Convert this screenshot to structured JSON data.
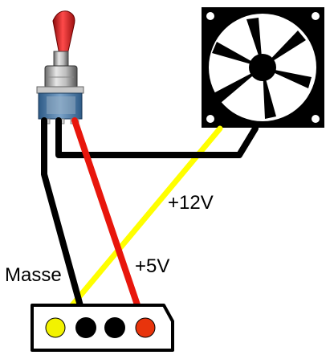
{
  "labels": {
    "ground": "Masse",
    "plus5v": "+5V",
    "plus12v": "+12V"
  },
  "colors": {
    "black_wire": "#000000",
    "red_wire": "#e8160c",
    "yellow_wire": "#ffff00",
    "connector_pin_yellow": "#f2f200",
    "connector_pin_red": "#e8340c",
    "switch_lever": "#d81818",
    "switch_body": "#3a6a98",
    "fan_frame": "#000000"
  },
  "icons": {
    "toggle_switch": "toggle-switch-icon",
    "fan": "computer-fan-icon",
    "connector": "molex-connector-icon"
  }
}
